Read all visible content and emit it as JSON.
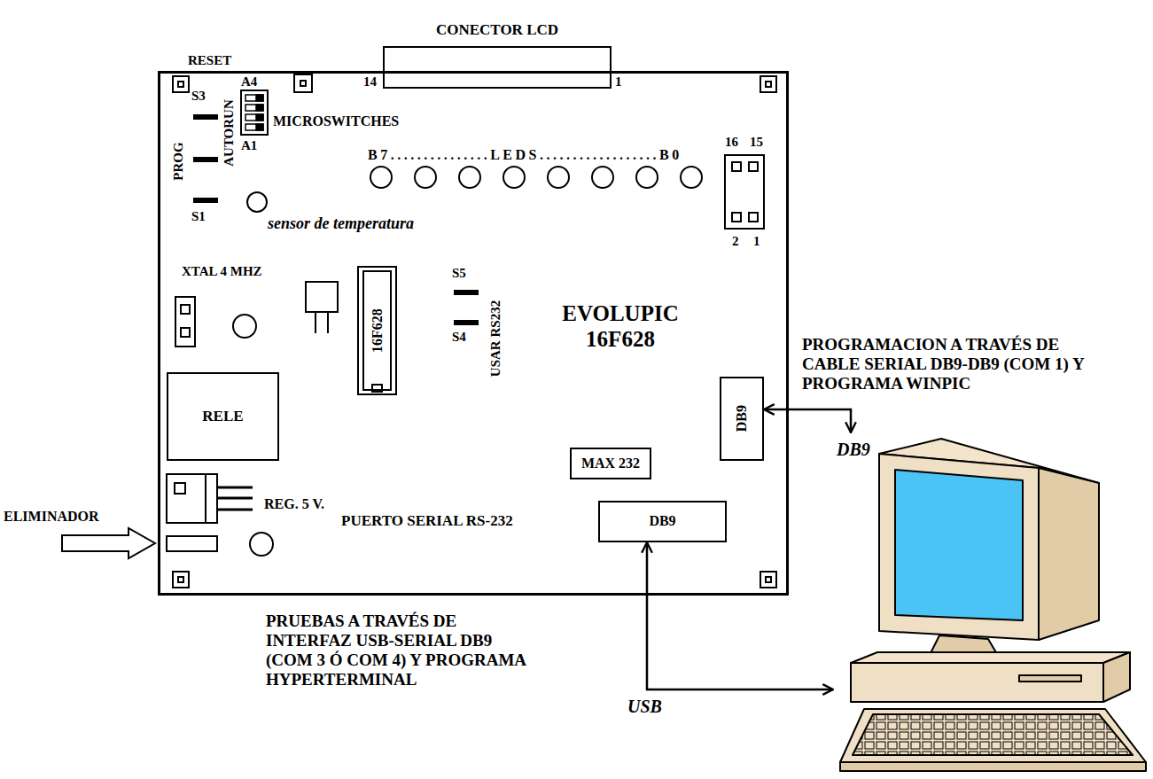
{
  "diagram": {
    "nodes": [
      {
        "text": [
          "EVOLUPIC 16F628"
        ]
      },
      {
        "text": [
          "CONECTOR LCD"
        ],
        "in": 0
      },
      {
        "text": [
          "MICROSWITCHES"
        ],
        "in": 0
      },
      {
        "text": [
          "16F628"
        ],
        "in": 0
      },
      {
        "text": [
          "RELE"
        ],
        "in": 0
      },
      {
        "text": [
          "DB9"
        ],
        "in": 0
      },
      {
        "text": [
          "MAX 232"
        ],
        "in": 0
      },
      {
        "text": [
          "DB9"
        ],
        "in": 0
      },
      {
        "text": [
          "DB9"
        ]
      }
    ],
    "edges": [
      {
        "from": 5,
        "to": 8,
        "arrow": "both"
      },
      {
        "from": 7,
        "to": 8,
        "arrow": "both",
        "label": "USB"
      }
    ],
    "labels": [
      "RESET",
      "14",
      "1",
      "S3",
      "PROG",
      "AUTORUN",
      "A4",
      "A1",
      "B7...............LEDS..................B0",
      "16",
      "15",
      "S1",
      "sensor de temperatura",
      "2",
      "1",
      "XTAL 4 MHZ",
      "S5",
      "S4",
      "USAR RS232",
      "REG. 5 V.",
      "ELIMINADOR",
      "PROGRAMACION A TRAVÉS DE CABLE SERIAL DB9-DB9 (COM 1) Y PROGRAMA WINPIC",
      "PUERTO SERIAL RS-232",
      "PRUEBAS A TRAVÉS DE INTERFAZ USB-SERIAL DB9 (COM 3 Ó COM 4) Y PROGRAMA HYPERTERMINAL"
    ]
  }
}
